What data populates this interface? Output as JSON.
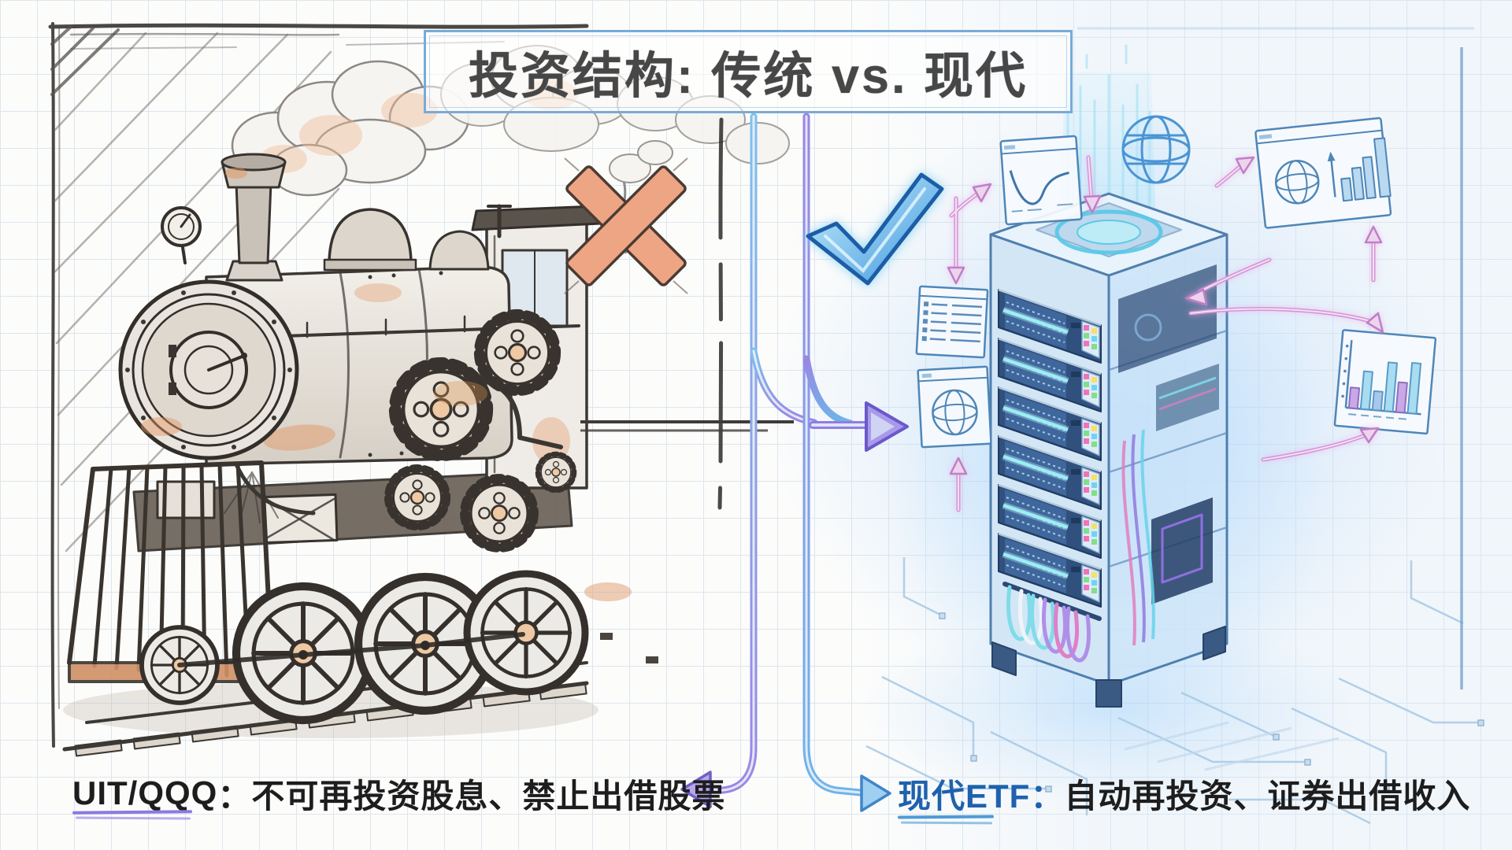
{
  "title": {
    "text": "投资结构: 传统 vs. 现代"
  },
  "labels": {
    "left": {
      "ticker": "UIT/QQQ",
      "separator": "：",
      "description": "不可再投资股息、禁止出借股票"
    },
    "right": {
      "name": "现代ETF",
      "separator": "：",
      "description": "自动再投资、证券出借收入"
    }
  },
  "verdicts": {
    "left": "rejected-x",
    "right": "approved-check"
  },
  "colors": {
    "x_mark": "#e89a77",
    "check_mark": "#4aa0e6",
    "flow_blue": "#5aa7e8",
    "flow_purple": "#8f7ae0",
    "pink_arrow": "#d494d6",
    "sketch_ink": "#4a4a4a",
    "blueprint_blue": "#4f86b8",
    "etf_blue": "#1e62ad",
    "uit_underline": "#8b7ae0",
    "etf_underline": "#4f9ad8"
  },
  "icons": [
    "x-icon",
    "check-icon",
    "steam-locomotive",
    "server-rack",
    "globe-hologram-icon",
    "line-chart-card",
    "globe-bar-chart-card",
    "document-list-card",
    "globe-card",
    "bar-chart-card",
    "flow-arrows",
    "circuit-traces"
  ]
}
